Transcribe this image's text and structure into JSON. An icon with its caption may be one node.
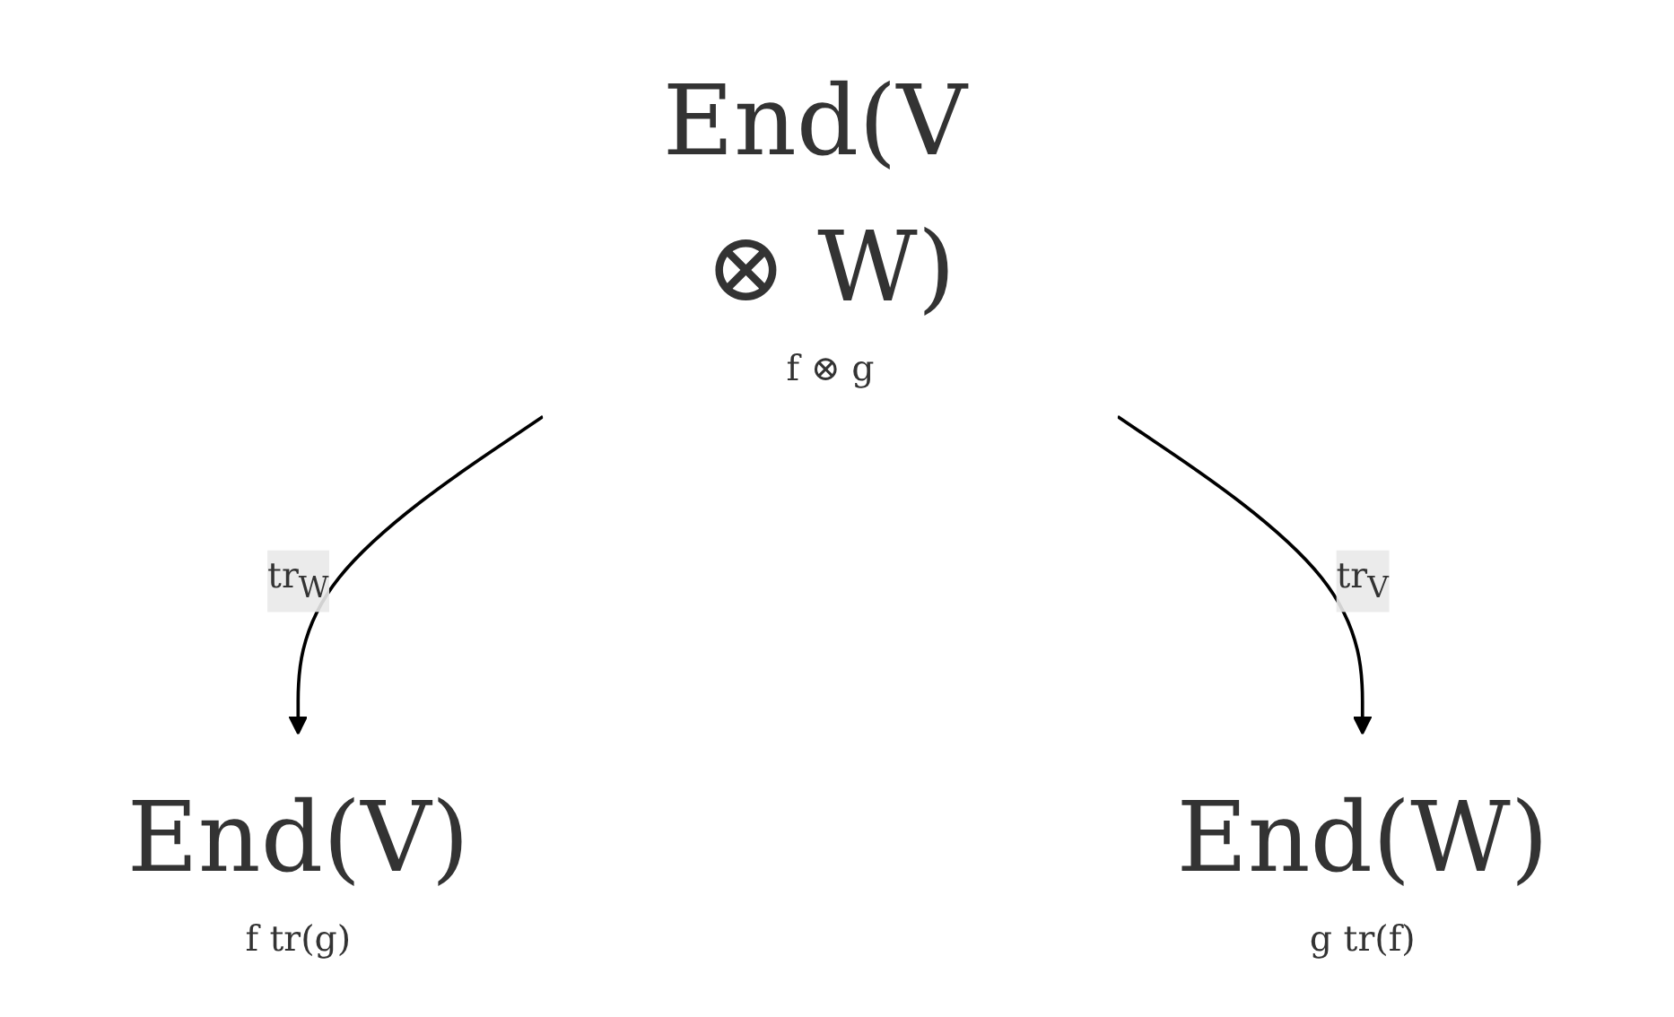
{
  "diagram": {
    "nodes": [
      {
        "text": [
          "End(V ⊗ W)",
          "f ⊗ g"
        ]
      },
      {
        "text": [
          "End(V)",
          "f tr(g)"
        ]
      },
      {
        "text": [
          "End(W)",
          "g tr(f)"
        ]
      }
    ],
    "edges": [
      {
        "from": 0,
        "to": 1,
        "arrow": "to",
        "label": "tr$_{W}$"
      },
      {
        "from": 0,
        "to": 2,
        "arrow": "to",
        "label": "tr$_{V}$"
      }
    ]
  }
}
